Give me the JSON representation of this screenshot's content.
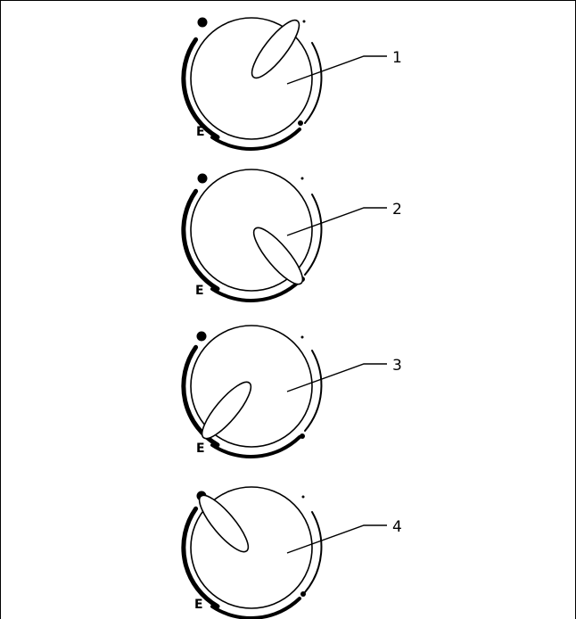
{
  "diagram": {
    "knobs": [
      {
        "callout": "1",
        "scale_label": "E",
        "pointer": "upper-right"
      },
      {
        "callout": "2",
        "scale_label": "E",
        "pointer": "lower-right"
      },
      {
        "callout": "3",
        "scale_label": "E",
        "pointer": "lower-left"
      },
      {
        "callout": "4",
        "scale_label": "E",
        "pointer": "upper-left"
      }
    ]
  }
}
